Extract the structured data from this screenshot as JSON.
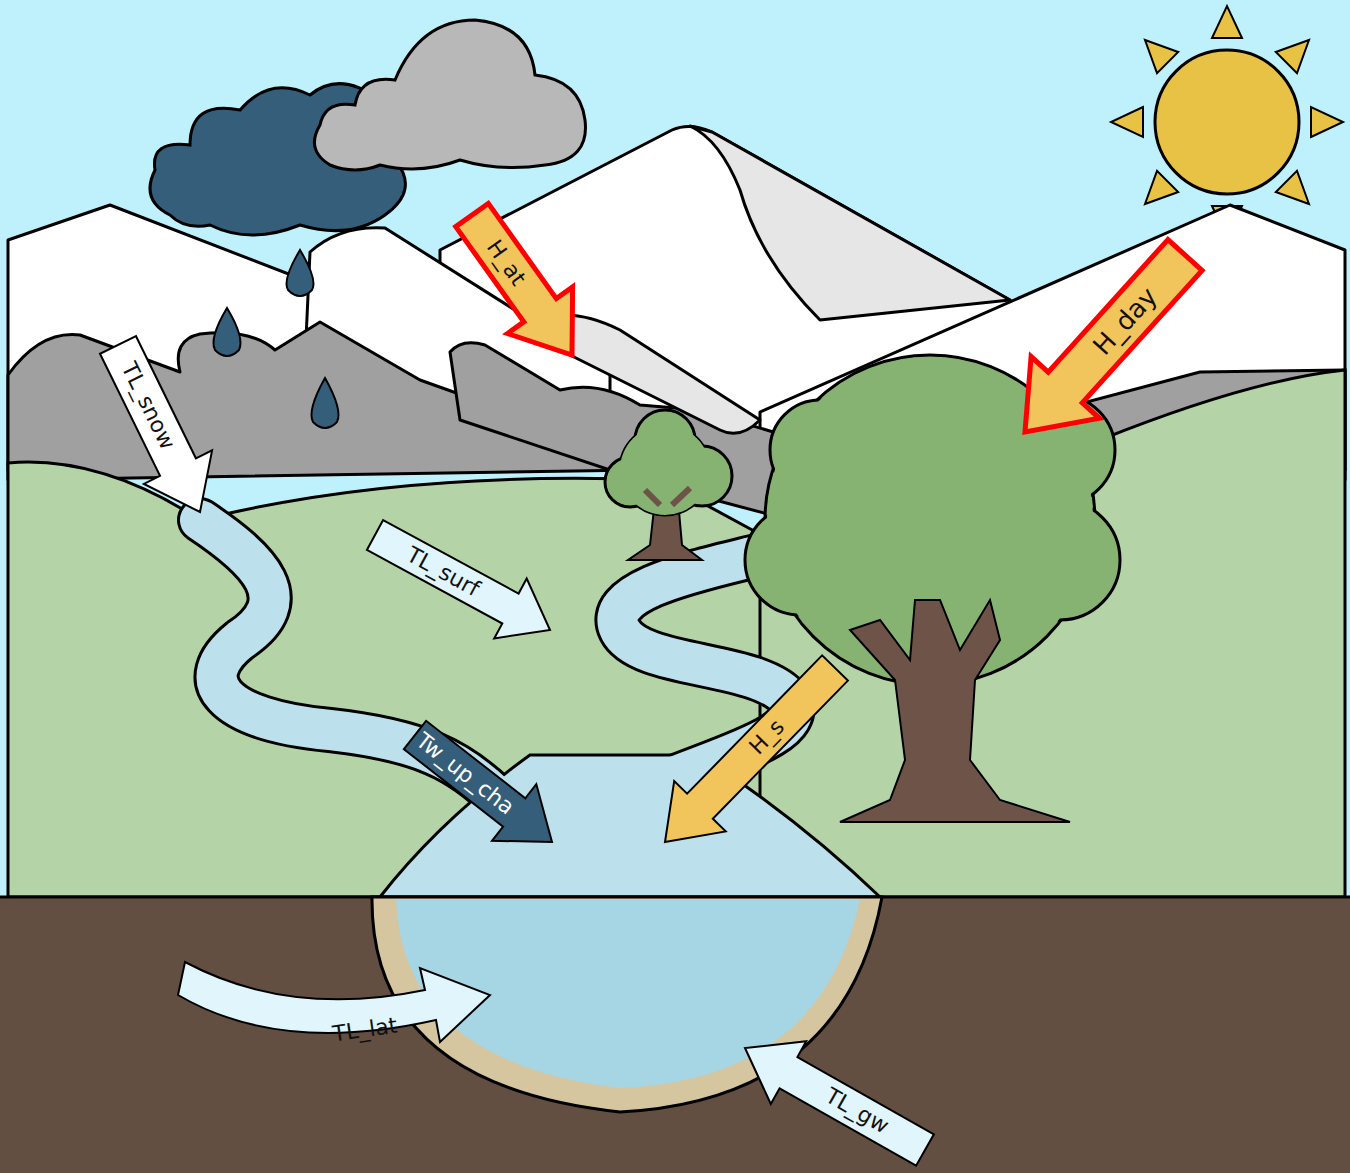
{
  "diagram": {
    "labels": [
      "H_at",
      "H_day",
      "TL_snow",
      "TL_surf",
      "Tw_up_cha",
      "H_s",
      "TL_lat",
      "TL_gw"
    ]
  }
}
